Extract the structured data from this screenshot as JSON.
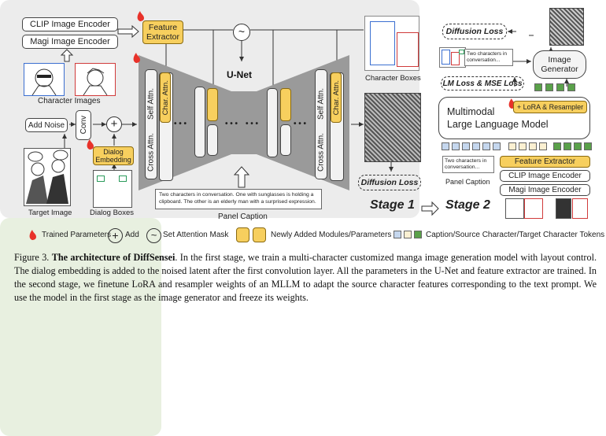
{
  "stage1": {
    "clip_encoder": "CLIP Image Encoder",
    "magi_encoder": "Magi Image Encoder",
    "feature_extractor": "Feature Extractor",
    "character_images": "Character Images",
    "add_noise": "Add Noise",
    "conv": "Conv",
    "dialog_embedding": "Dialog Embedding",
    "target_image": "Target Image",
    "dialog_boxes": "Dialog Boxes",
    "unet": "U-Net",
    "self_attn": "Self Attn.",
    "char_attn": "Char. Attn.",
    "cross_attn": "Cross Attn.",
    "ellipsis": "• • •",
    "panel_caption_text": "Two characters in conversation. One with sunglasses is holding a clipboard. The other is an elderly man with a surprised expression.",
    "panel_caption": "Panel Caption",
    "character_boxes": "Character Boxes",
    "diffusion_loss": "Diffusion Loss",
    "stage_label": "Stage 1"
  },
  "stage2": {
    "diffusion_loss": "Diffusion Loss",
    "mini_caption": "Two characters in conversation...",
    "image_generator": "Image Generator",
    "lm_loss": "LM Loss & MSE Loss",
    "mllm_line1": "Multimodal",
    "mllm_line2": "Large Language Model",
    "lora": "+ LoRA & Resampler",
    "feature_extractor": "Feature Extractor",
    "clip_encoder": "CLIP Image Encoder",
    "magi_encoder": "Magi Image Encoder",
    "caption_text": "Two characters in conversation...",
    "panel_caption": "Panel Caption",
    "stage_label": "Stage 2"
  },
  "legend": {
    "trained": "Trained Parameters",
    "add": "Add",
    "set_attention_mask": "Set Attention Mask",
    "new_modules": "Newly Added Modules/Parameters",
    "tokens": "Caption/Source Character/Target Character Tokens"
  },
  "caption": {
    "prefix": "Figure 3.",
    "title": "The architecture of DiffSensei",
    "body": ". In the first stage, we train a multi-character customized manga image generation model with layout control. The dialog embedding is added to the noised latent after the first convolution layer. All the parameters in the U-Net and feature extractor are trained. In the second stage, we finetune LoRA and resampler weights of an MLLM to adapt the source character features corresponding to the text prompt. We use the model in the first stage as the image generator and freeze its weights."
  },
  "colors": {
    "trained_fire": "#e8322a",
    "new_module": "#f7cf5e",
    "caption_token": "#c5d7ee",
    "source_token": "#fbf0d2",
    "target_token": "#5aa14a"
  }
}
